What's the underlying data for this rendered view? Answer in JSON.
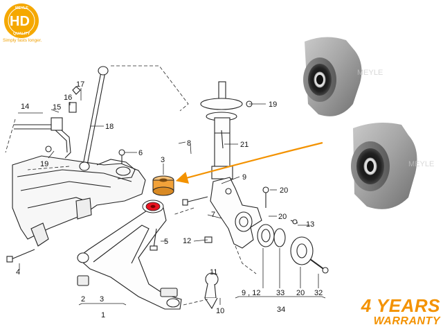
{
  "brand": {
    "badge_text": "HD",
    "badge_ring_text": "MEYLE",
    "badge_quality_text": "QUALITY",
    "tagline": "Simply fasts longer.",
    "watermark": "MEYLE"
  },
  "warranty": {
    "line1": "4 YEARS",
    "line2": "WARRANTY"
  },
  "colors": {
    "accent": "#f39200",
    "badge_bg": "#f5a800",
    "bushing_highlight": "#e8121f",
    "bushing_orange": "#f2a23a"
  },
  "callouts": {
    "c1": "1",
    "c2": "2",
    "c3a": "3",
    "c3b": "3",
    "c4": "4",
    "c5": "5",
    "c6": "6",
    "c7": "7",
    "c8": "8",
    "c9a": "9",
    "c9b": "9 , 12",
    "c10": "10",
    "c11": "11",
    "c12": "12",
    "c13": "13",
    "c14": "14",
    "c15": "15",
    "c16": "16",
    "c17": "17",
    "c18": "18",
    "c19a": "19",
    "c19b": "19",
    "c20a": "20",
    "c20b": "20",
    "c21": "21",
    "c32": "32",
    "c33": "33",
    "c34": "34"
  }
}
